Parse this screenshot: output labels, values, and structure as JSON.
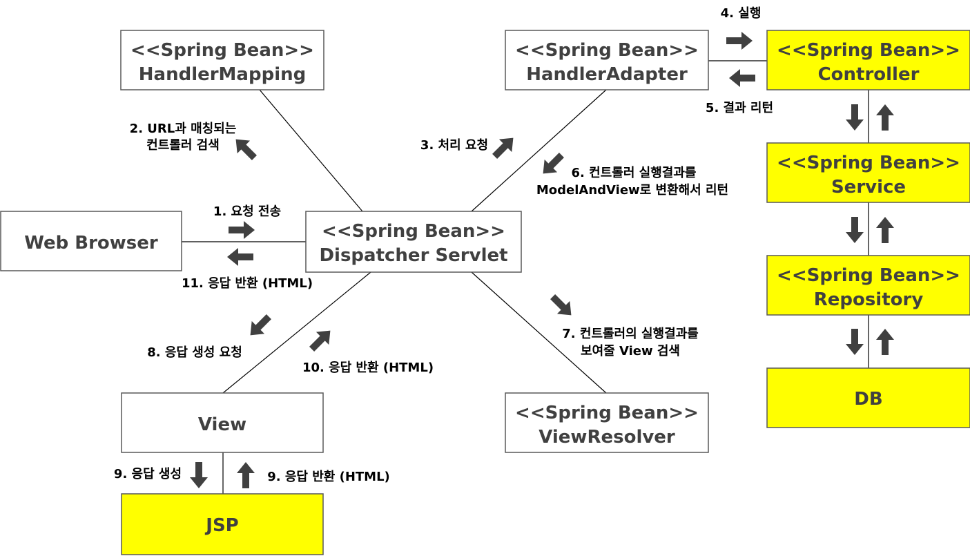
{
  "colors": {
    "highlight": "#ffff00",
    "white": "#ffffff",
    "border": "#595959",
    "text": "#404040",
    "arrow": "#404040",
    "line": "#000000",
    "label": "#000000"
  },
  "boxes": {
    "handler_mapping": {
      "line1": "<<Spring Bean>>",
      "line2": "HandlerMapping"
    },
    "handler_adapter": {
      "line1": "<<Spring Bean>>",
      "line2": "HandlerAdapter"
    },
    "controller": {
      "line1": "<<Spring Bean>>",
      "line2": "Controller"
    },
    "service": {
      "line1": "<<Spring Bean>>",
      "line2": "Service"
    },
    "repository": {
      "line1": "<<Spring Bean>>",
      "line2": "Repository"
    },
    "db": {
      "line1": "DB"
    },
    "web_browser": {
      "line1": "Web Browser"
    },
    "dispatcher_servlet": {
      "line1": "<<Spring Bean>>",
      "line2": "Dispatcher Servlet"
    },
    "view": {
      "line1": "View"
    },
    "view_resolver": {
      "line1": "<<Spring Bean>>",
      "line2": "ViewResolver"
    },
    "jsp": {
      "line1": "JSP"
    }
  },
  "labels": {
    "step1": "1. 요청 전송",
    "step2_line1": "2. URL과 매칭되는",
    "step2_line2": "컨트롤러 검색",
    "step3": "3. 처리 요청",
    "step4": "4. 실행",
    "step5": "5. 결과 리턴",
    "step6_line1": "6. 컨트롤러 실행결과를",
    "step6_line2": "ModelAndView로 변환해서 리턴",
    "step7_line1": "7. 컨트롤러의 실행결과를",
    "step7_line2": "보여줄 View 검색",
    "step8": "8. 응답 생성 요청",
    "step9a": "9. 응답 생성",
    "step9b": "9. 응답 반환 (HTML)",
    "step10": "10. 응답 반환 (HTML)",
    "step11": "11. 응답 반환 (HTML)"
  }
}
